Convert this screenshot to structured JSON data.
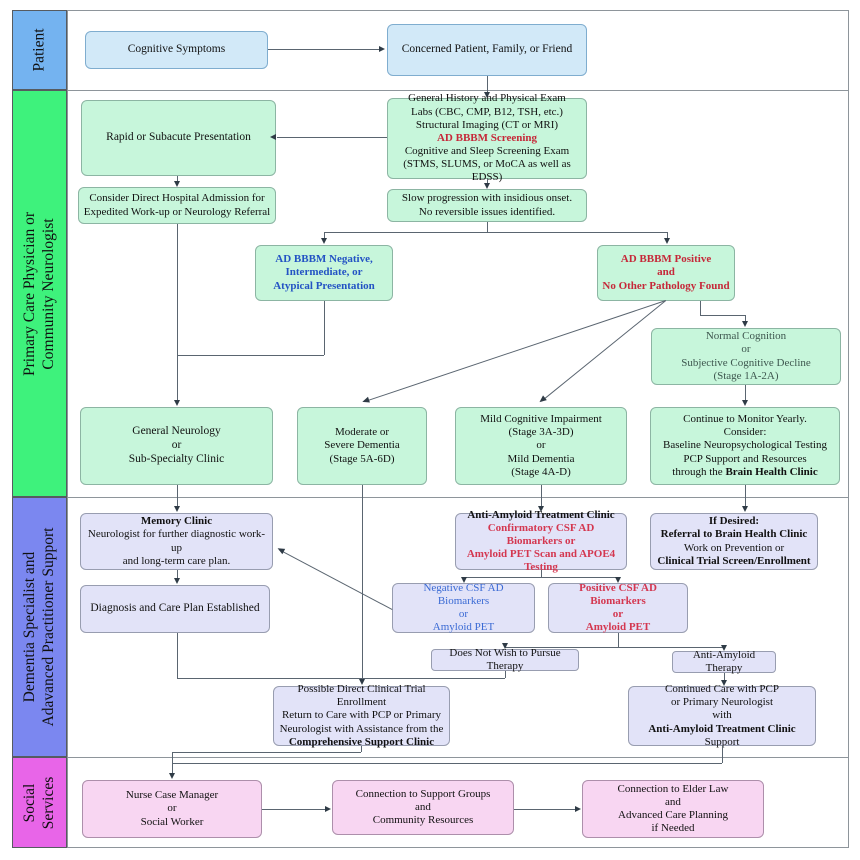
{
  "lanes": {
    "patient": "Patient",
    "pcp": "Primary Care Physician or\nCommunity Neurologist",
    "specialist": "Dementia Specialist and\nAdavanced Practitioner Support",
    "social": "Social\nServices"
  },
  "colors": {
    "lane_patient": "#74b3f0",
    "lane_pcp": "#3ef27c",
    "lane_specialist": "#7b87f0",
    "lane_social": "#e865e8",
    "box_blue": "#d2e9f8",
    "box_green": "#c7f6db",
    "box_lavender": "#e2e3f8",
    "box_pink": "#f8d6f2",
    "text_red": "#c62839",
    "text_blue": "#2353c4"
  },
  "boxes": {
    "cognitive_symptoms": {
      "text": "Cognitive Symptoms"
    },
    "concerned": {
      "text": "Concerned Patient, Family, or Friend"
    },
    "rapid": {
      "text": "Rapid or Subacute Presentation"
    },
    "history": {
      "l1": "General History and Physical Exam",
      "l2": "Labs (CBC, CMP, B12, TSH, etc.)",
      "l3": "Structural Imaging (CT or MRI)",
      "l4": "AD BBBM Screening",
      "l5": "Cognitive and Sleep Screening Exam",
      "l6": "(STMS, SLUMS, or MoCA as well as EDSS)"
    },
    "admission": {
      "l1": "Consider Direct Hospital Admission for",
      "l2": "Expedited Work-up or Neurology Referral"
    },
    "slow": {
      "l1": "Slow progression with insidious onset.",
      "l2": "No reversible issues identified."
    },
    "bbbm_negative": {
      "l1": "AD BBBM Negative,",
      "l2": "Intermediate, or",
      "l3": "Atypical Presentation"
    },
    "bbbm_positive": {
      "l1": "AD BBBM Positive",
      "l2": "and",
      "l3": "No Other Pathology Found"
    },
    "normal_cognition": {
      "l1": "Normal Cognition",
      "l2": "or",
      "l3": "Subjective Cognitive Decline",
      "l4": "(Stage 1A-2A)"
    },
    "general_neurology": {
      "l1": "General Neurology",
      "l2": "or",
      "l3": "Sub-Specialty Clinic"
    },
    "moderate": {
      "l1": "Moderate or",
      "l2": "Severe Dementia",
      "l3": "(Stage 5A-6D)"
    },
    "mci": {
      "l1": "Mild Cognitive Impairment",
      "l2": "(Stage 3A-3D)",
      "l3": "or",
      "l4": "Mild Dementia",
      "l5": "(Stage 4A-D)"
    },
    "monitor": {
      "l1": "Continue to Monitor Yearly.",
      "l2": "Consider:",
      "l3": "Baseline Neuropsychological Testing",
      "l4": "PCP Support and Resources",
      "l5a": "through the ",
      "l5b": "Brain Health Clinic"
    },
    "memory_clinic": {
      "l1": "Memory Clinic",
      "l2": "Neurologist for further diagnostic work-up",
      "l3": "and long-term care plan."
    },
    "diagnosis": {
      "text": "Diagnosis and Care Plan Established"
    },
    "treatment_clinic": {
      "l1": "Anti-Amyloid Treatment Clinic",
      "l2": "Confirmatory CSF AD Biomarkers or",
      "l3": "Amyloid PET Scan and APOE4 Testing"
    },
    "if_desired": {
      "l1": "If Desired:",
      "l2": "Referral to Brain Health Clinic",
      "l3": "Work on Prevention or",
      "l4": "Clinical Trial Screen/Enrollment"
    },
    "negative_csf": {
      "l1": "Negative CSF AD Biomarkers",
      "l2": "or",
      "l3": "Amyloid PET"
    },
    "positive_csf": {
      "l1": "Positive CSF AD Biomarkers",
      "l2": "or",
      "l3": "Amyloid PET"
    },
    "no_therapy": {
      "text": "Does Not Wish to Pursue Therapy"
    },
    "aa_therapy": {
      "text": "Anti-Amyloid Therapy"
    },
    "possible_trial": {
      "l1": "Possible Direct Clinical Trial Enrollment",
      "l2": "Return to Care with PCP or Primary",
      "l3": "Neurologist with Assistance from the",
      "l4": "Comprehensive Support Clinic"
    },
    "continued_care": {
      "l1": "Continued Care with PCP",
      "l2": "or Primary Neurologist",
      "l3": "with",
      "l4a": "Anti-Amyloid Treatment Clinic",
      "l4b": " Support"
    },
    "nurse": {
      "l1": "Nurse Case Manager",
      "l2": "or",
      "l3": "Social Worker"
    },
    "support_groups": {
      "l1": "Connection to Support Groups",
      "l2": "and",
      "l3": "Community Resources"
    },
    "elder_law": {
      "l1": "Connection to Elder Law",
      "l2": "and",
      "l3": "Advanced Care Planning",
      "l4": "if Needed"
    }
  }
}
